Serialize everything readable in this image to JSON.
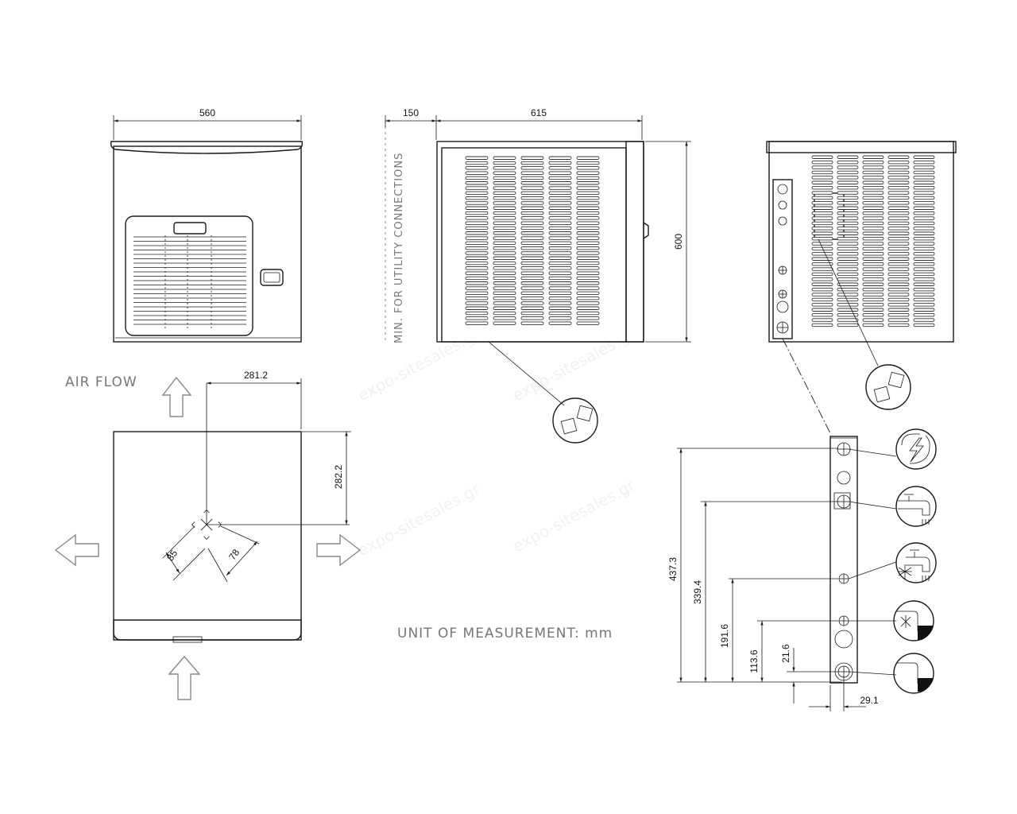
{
  "views": {
    "front": {
      "width_label": "560"
    },
    "side": {
      "clearance_label": "150",
      "depth_label": "615",
      "height_label": "600",
      "clearance_note": "MIN. FOR UTILITY CONNECTIONS"
    },
    "top": {
      "airflow_label": "AIR FLOW",
      "offset_x_label": "281.2",
      "offset_y_label": "282.2",
      "drain_a_label": "85",
      "drain_b_label": "78"
    },
    "rear_detail": {
      "dim_labels": [
        "437.3",
        "339.4",
        "191.6",
        "113.6",
        "21.6",
        "29.1"
      ],
      "connections": [
        "power-icon",
        "water-inlet-icon",
        "cold-water-inlet-icon",
        "condenser-drain-icon",
        "ice-drain-icon"
      ]
    }
  },
  "unit_note": "UNIT OF MEASUREMENT: mm",
  "watermark": "expo-sitesales.gr",
  "colors": {
    "line": "#1a1a1a",
    "note_text": "#777777"
  }
}
